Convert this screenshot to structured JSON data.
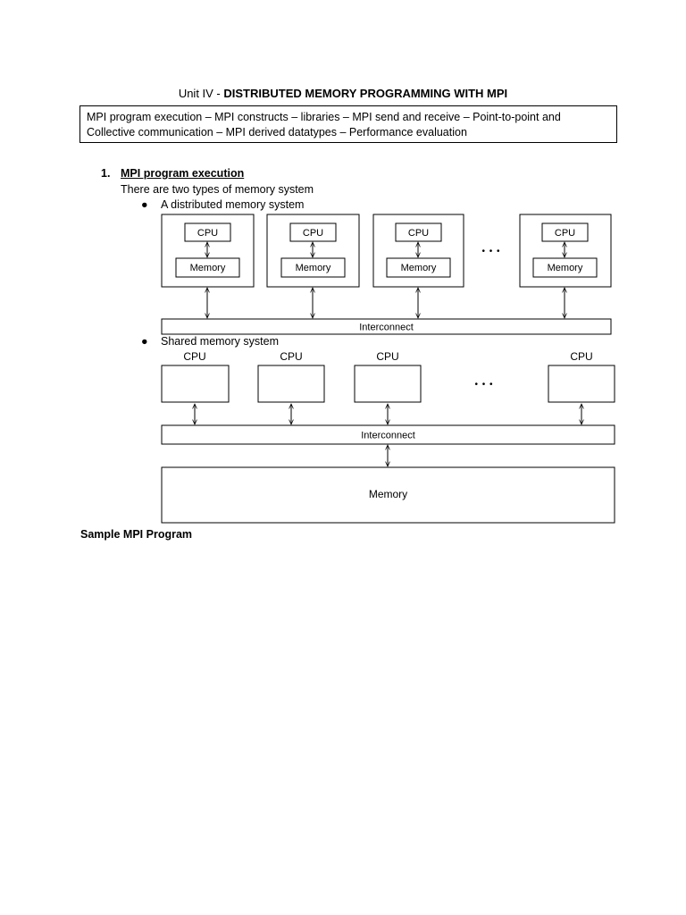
{
  "header": {
    "unit_prefix": "Unit IV - ",
    "unit_title": "DISTRIBUTED MEMORY PROGRAMMING WITH MPI"
  },
  "topics_box": {
    "line1": "MPI program execution – MPI constructs – libraries – MPI send and receive – Point-to-point and",
    "line2": "Collective communication – MPI derived datatypes  – Performance evaluation"
  },
  "section1": {
    "number": "1.",
    "title": "MPI program execution",
    "intro": "There are two types of memory system",
    "bullet_distributed": "A distributed memory system",
    "bullet_shared": "Shared memory system"
  },
  "distributed_diagram": {
    "cpu_label": "CPU",
    "memory_label": "Memory",
    "interconnect_label": "Interconnect",
    "ellipsis": "• • •"
  },
  "shared_diagram": {
    "cpu_label": "CPU",
    "interconnect_label": "Interconnect",
    "memory_label": "Memory",
    "ellipsis": "• • •"
  },
  "sample_heading": "Sample MPI Program"
}
